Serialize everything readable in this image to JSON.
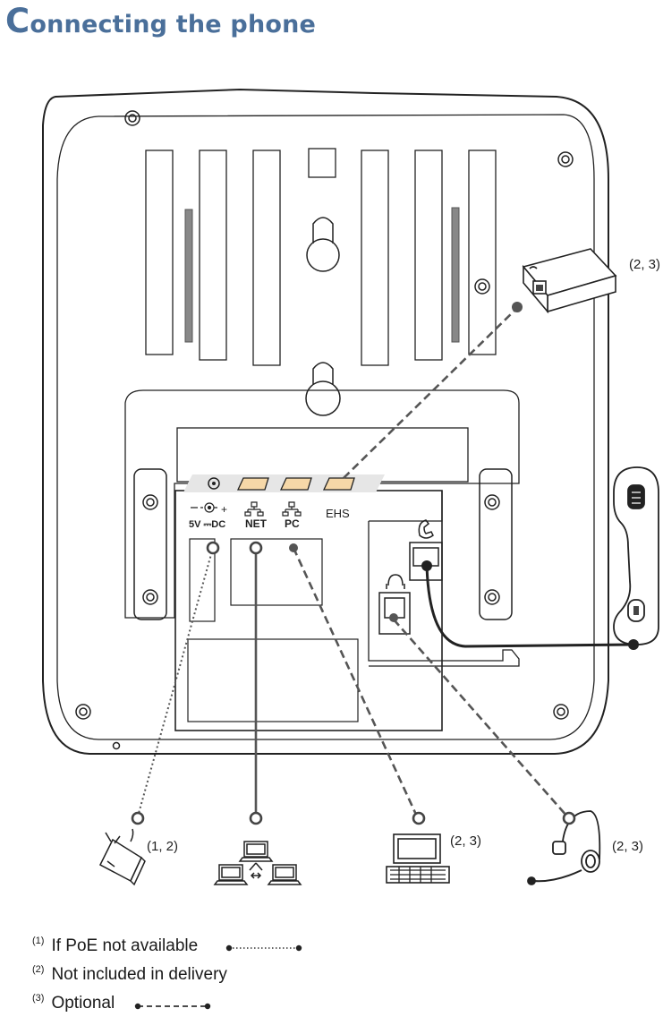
{
  "title": "Connecting the phone",
  "ports": {
    "power_polarity": "+",
    "power": "5V ⎓DC",
    "net": "NET",
    "pc": "PC",
    "ehs": "EHS"
  },
  "callouts": {
    "ehs_adapter": "(2, 3)",
    "power_adapter": "(1, 2)",
    "pc": "(2, 3)",
    "headset": "(2, 3)"
  },
  "legend": [
    {
      "mark": "(1)",
      "text": "If PoE not available"
    },
    {
      "mark": "(2)",
      "text": "Not included in delivery"
    },
    {
      "mark": "(3)",
      "text": "Optional"
    }
  ]
}
